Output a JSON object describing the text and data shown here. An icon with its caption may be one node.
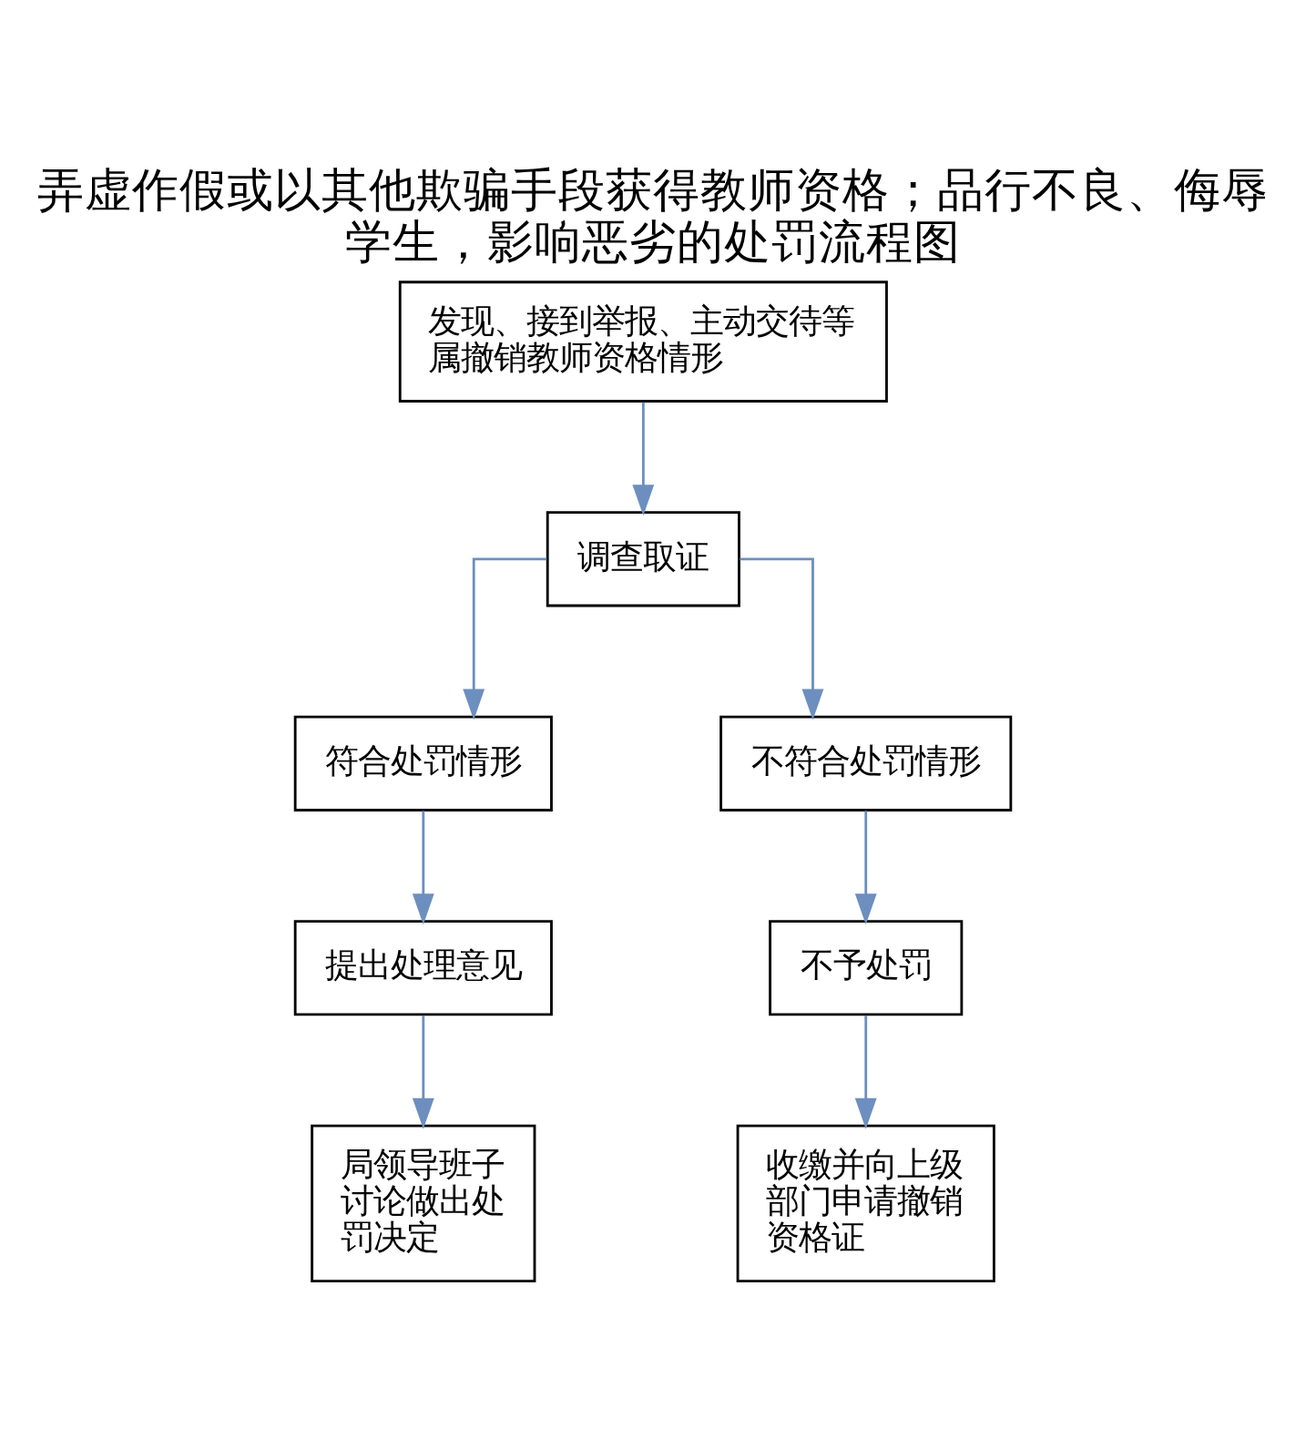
{
  "diagram": {
    "title": "弄虚作假或以其他欺骗手段获得教师资格；品行不良、侮辱学生，影响恶劣的处罚流程图",
    "nodes": [
      {
        "text": [
          "发现、接到举报、主动交待等属撤销教师资格情形"
        ]
      },
      {
        "text": [
          "调查取证"
        ]
      },
      {
        "text": [
          "符合处罚情形"
        ]
      },
      {
        "text": [
          "不符合处罚情形"
        ]
      },
      {
        "text": [
          "提出处理意见"
        ]
      },
      {
        "text": [
          "不予处罚"
        ]
      },
      {
        "text": [
          "局领导班子讨论做出处罚决定"
        ]
      },
      {
        "text": [
          "收缴并向上级部门申请撤销资格证"
        ]
      }
    ],
    "edges": [
      {
        "from": 0,
        "to": 1,
        "arrow": "to"
      },
      {
        "from": 1,
        "to": 2,
        "arrow": "to"
      },
      {
        "from": 1,
        "to": 3,
        "arrow": "to"
      },
      {
        "from": 2,
        "to": 4,
        "arrow": "to"
      },
      {
        "from": 3,
        "to": 5,
        "arrow": "to"
      },
      {
        "from": 4,
        "to": 6,
        "arrow": "to"
      },
      {
        "from": 5,
        "to": 7,
        "arrow": "to"
      }
    ]
  }
}
